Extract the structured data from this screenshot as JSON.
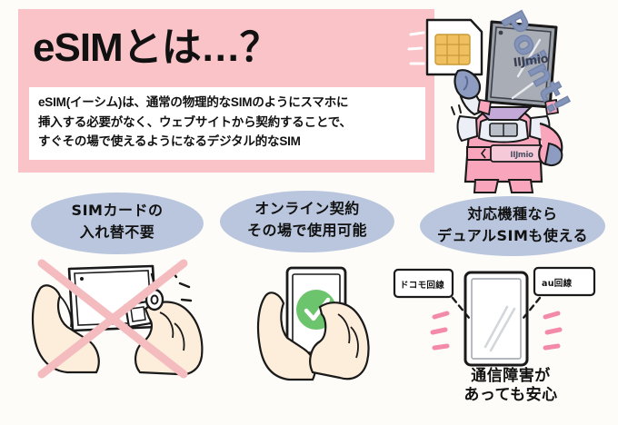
{
  "page": {
    "background_color": "#fdfcf8",
    "accent_pink": "#f9c3c8",
    "accent_blue_gray": "#b9c6dd",
    "check_green": "#6cc46c",
    "sim_chip_gold": "#f0c060",
    "x_mark_pink": "#f4bcbf"
  },
  "header": {
    "title": "eSIMとは…？",
    "body_lines": [
      "eSIM(イーシム)は、通常の物理的なSIMのようにスマホに",
      "挿入する必要がなく、ウェブサイトから契約することで、",
      "すぐその場で使えるようになるデジタル的なSIM"
    ]
  },
  "mascot": {
    "point_label": "Point!",
    "head_screen_logo": "IIJmio",
    "belt_logo": "IIJmio",
    "sim_card_icon": "sim-card-icon"
  },
  "panels": [
    {
      "id": "panel-sim-swap",
      "caption_lines": [
        "SIMカードの",
        "入れ替不要"
      ],
      "illustration": "hands-inserting-sim-tray-crossed-out",
      "has_x_mark": true
    },
    {
      "id": "panel-online-contract",
      "caption_lines": [
        "オンライン契約",
        "その場で使用可能"
      ],
      "illustration": "hand-tapping-phone-with-green-check",
      "has_x_mark": false
    },
    {
      "id": "panel-dual-sim",
      "caption_lines": [
        "対応機種なら",
        "デュアルSIMも使える"
      ],
      "illustration": "phone-with-two-carrier-bubbles",
      "has_x_mark": false,
      "carrier_tags": [
        "ドコモ回線",
        "au回線"
      ],
      "footer_lines": [
        "通信障害が",
        "あっても安心"
      ]
    }
  ]
}
